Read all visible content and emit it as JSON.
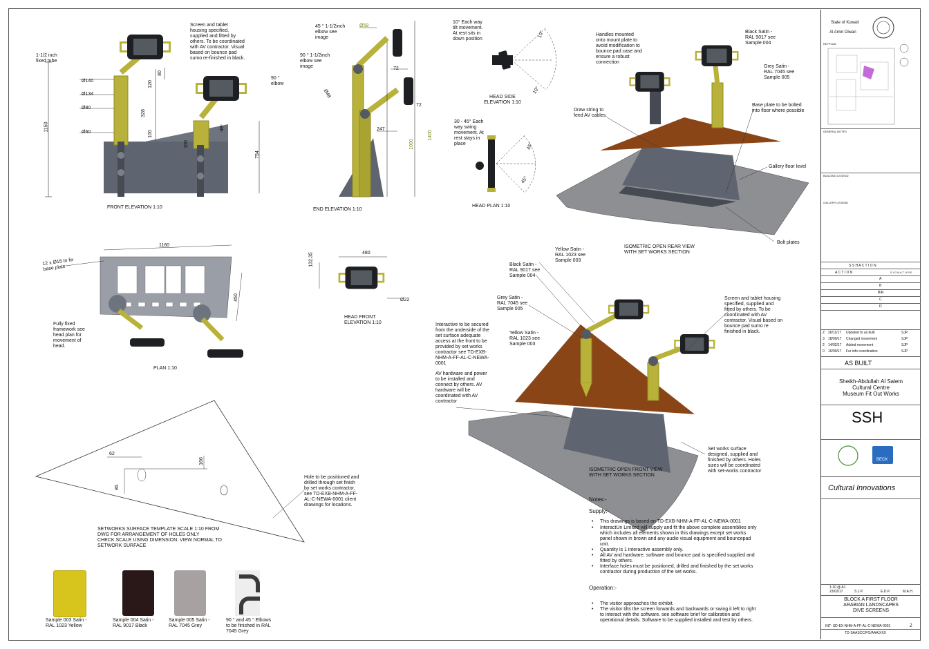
{
  "colors": {
    "steel": "#5f6570",
    "steel_dark": "#454a53",
    "arm": "#b8b23a",
    "arm_dark": "#8f8a25",
    "panel": "#8a4516",
    "floor": "#8d8f92",
    "screen": "#1d1f22",
    "yellow_sample": "#d7c41c",
    "black_sample": "#2a1818",
    "grey_sample": "#a7a1a1"
  },
  "front_elev": {
    "callout_screen": "Screen and tablet\nhousing specified,\nsupplied and fitted by\nothers. To be coordinated\nwith AV contractor. Visual\nbased on bounce pad\nsumo re-finished in black.",
    "callout_tube": "1-1/2 inch\nfixed tube",
    "callout_elbow": "90 °\nelbow",
    "d140": "Ø140",
    "d134": "Ø134",
    "d80": "Ø80",
    "d60": "Ø60",
    "h1150": "1150",
    "h120": "120",
    "h328": "328",
    "h100a": "100",
    "h80": "80",
    "h100b": "100",
    "h48": "48",
    "h754": "754",
    "title": "FRONT ELEVATION 1:10"
  },
  "end_elev": {
    "callout_45": "45 ° 1-1/2inch\nelbow see\nimage",
    "callout_90": "90 ° 1-1/2inch\nelbow see\nimage",
    "d58": "Ø58",
    "d48": "Ø48",
    "d72a": "72",
    "d72b": "72",
    "d247": "247",
    "d1000": "1000",
    "d1400": "1400",
    "title": "END ELEVATION 1:10"
  },
  "head_side": {
    "note": "10°  Each way\ntilt movement.\nAt rest sits in\ndown position",
    "a1": "10°",
    "a2": "10°",
    "title": "HEAD SIDE\nELEVATION 1:10"
  },
  "head_plan": {
    "note": "30 - 45° Each\nway swing\nmovement. At\nrest stays in\nplace",
    "a1": "45°",
    "a2": "45°",
    "title": "HEAD PLAN 1:10"
  },
  "iso_rear": {
    "handles": "Handles mounted\nonto mount plate to\navoid modification to\nbounce pad case and\nensure a robust\nconnection",
    "black": "Black Satin -\nRAL 9017 see\nSample 004",
    "grey": "Grey Satin -\nRAL 7045 see\nSample 005",
    "draw": "Draw string to\nfeed AV cables.",
    "baseplate": "Base plate to be bolted\ninto floor where possible",
    "floor": "Gallery floor level",
    "bolt": "Bolt plates",
    "title": "ISOMETRIC OPEN REAR VIEW\nWITH SET WORKS SECTION"
  },
  "plan": {
    "d1160": "1160",
    "d450": "450",
    "holes": "12 x  Ø15 to fix\nbase plate",
    "fixed": "Fully fixed\nframework see\nhead plan for\nmovement of\nhead.",
    "title": "PLAN 1:10"
  },
  "head_front": {
    "d480": "480",
    "d132": "132.35",
    "d22": "Ø22",
    "title": "HEAD FRONT\nELEVATION 1:10"
  },
  "iso_front": {
    "yellow_top": "Yellow Satin -\nRAL 1023 see\nSample 003",
    "black": "Black Satin -\nRAL 9017 see\nSample 004",
    "grey": "Grey Satin -\nRAL 7045 see\nSample 005",
    "yellow_mid": "Yellow Satin -\nRAL 1023 see\nSample 003",
    "interactive": "Interactive to be secured\nfrom the underside of the\nset surface adequate\naccess at the front to be\nprovided by set works\ncontractor see TD-EXB-\nNHM-A-FF-AL-C-NEWA-\n0001",
    "av": "AV hardware and power\nto be installed and\nconnect by others.  AV\nhardware will be\ncoordinated with AV\ncontractor",
    "screen": "Screen and tablet housing\nspecified, supplied and\nfitted by others. To be\ncoordinated with AV\ncontractor. Visual based on\nbounce pad sumo re\nfinished in black.",
    "setworks": "Set works surface\ndesigned, supplied and\nfinished by others. Holes\nsizes will be coordinated\nwith set-works contractor",
    "title": "ISOMETRIC OPEN FRONT VIEW\nWITH SET WORKS SECTION"
  },
  "template": {
    "d62": "62",
    "d166": "166",
    "d85": "85",
    "hole": "Hole to be positioned and\ndrilled through set finish\nby set works contractor,\nsee TD-EXB-NHM-A-FF-\nAL-C-NEWA-0001 client\ndrawings for locations.",
    "title": "SETWORKS SURFACE TEMPLATE  SCALE 1:10 FROM\nDWG FOR ARRANGEMENT OF HOLES ONLY\nCHECK SCALE USING DIMENSION. VIEW NORMAL TO\nSETWORK SURFACE"
  },
  "samples": [
    {
      "label": "Sample 003 Satin -\nRAL 1023 Yellow"
    },
    {
      "label": "Sample 004 Satin -\nRAL 9017 Black"
    },
    {
      "label": "Sample 005 Satin -\nRAL 7045 Grey"
    },
    {
      "label": "90 ° and 45  ° Elbows\nto be finished in RAL\n7045 Grey"
    }
  ],
  "notes": {
    "head": "Notes:-",
    "supply": "Supply:-",
    "s1": "This drawings is based on TD-EXB-NHM-A-FF-AL-C-NEWA-0001",
    "s2": "InteractUn Limited will supply and fit the above complete assemblies only\nwhich includes all elements shown in this drawings except set works\npanel shown in brown and any audio visual equipment and bouncepad\nunit.",
    "s3": "Quantity is 1 interactive assembly only.",
    "s4": "All AV and hardware, software and bounce pad is specified supplied and\nfitted by others.",
    "s5": "Interface holes must be positioned, drilled and finished by the set works\ncontractor during production of the set works.",
    "operation": "Operation:-",
    "o1": "The visitor approaches the exhibit.",
    "o2": "The visitor tilts the screen forwards and backwards or swing it left to right\nto interact with the software. see software brief for calibration and\noperational details. Software to be supplied installed and test by others."
  },
  "titleblock": {
    "state": "State of Kuwait",
    "diwan": "Al Amiri Diwan",
    "keyplan": "KEYPLAN",
    "general": "GENERAL NOTES",
    "building": "BUILDING LEGEND",
    "gallery": "GALLERY LEGEND",
    "ssh_action": "S S H   A C T I O N",
    "action": "A C T I O N",
    "signature": "S I G N A T U R E",
    "codes": [
      "A",
      "B",
      "B/R",
      "C",
      "D"
    ],
    "revs": [
      {
        "rev": "Z",
        "date": "26/11/17",
        "desc": "Updated to as built",
        "by": "SJP"
      },
      {
        "rev": "3",
        "date": "18/09/17",
        "desc": "Changed movement",
        "by": "SJP"
      },
      {
        "rev": "2",
        "date": "14/02/17",
        "desc": "Added movement",
        "by": "SJP"
      },
      {
        "rev": "0",
        "date": "10/09/17",
        "desc": "For info coordination",
        "by": "SJP"
      }
    ],
    "as_built": "AS BUILT",
    "project": "Sheikh-Abdullah Al Salem\nCultural Centre\nMuseum Fit Out Works",
    "ssh": "SSH",
    "beck": "BECK",
    "cultural": "Cultural Innovations",
    "scale": "1:10 @ A1",
    "date": "23/02/17",
    "drawn": "S.J.P.",
    "checked": "E.D.P.",
    "approved": "M.A.H.",
    "dwg_title": "BLOCK A FIRST FLOOR\nARABIAN LANDSCAPES\nDIVE SCREENS",
    "dwg_no": "INT- SD-EX-NHM-A-FF-AL-C-NEWA-0001",
    "rev": "Z",
    "ref": "TD-SAASCC/FO/AAA/XXX"
  }
}
